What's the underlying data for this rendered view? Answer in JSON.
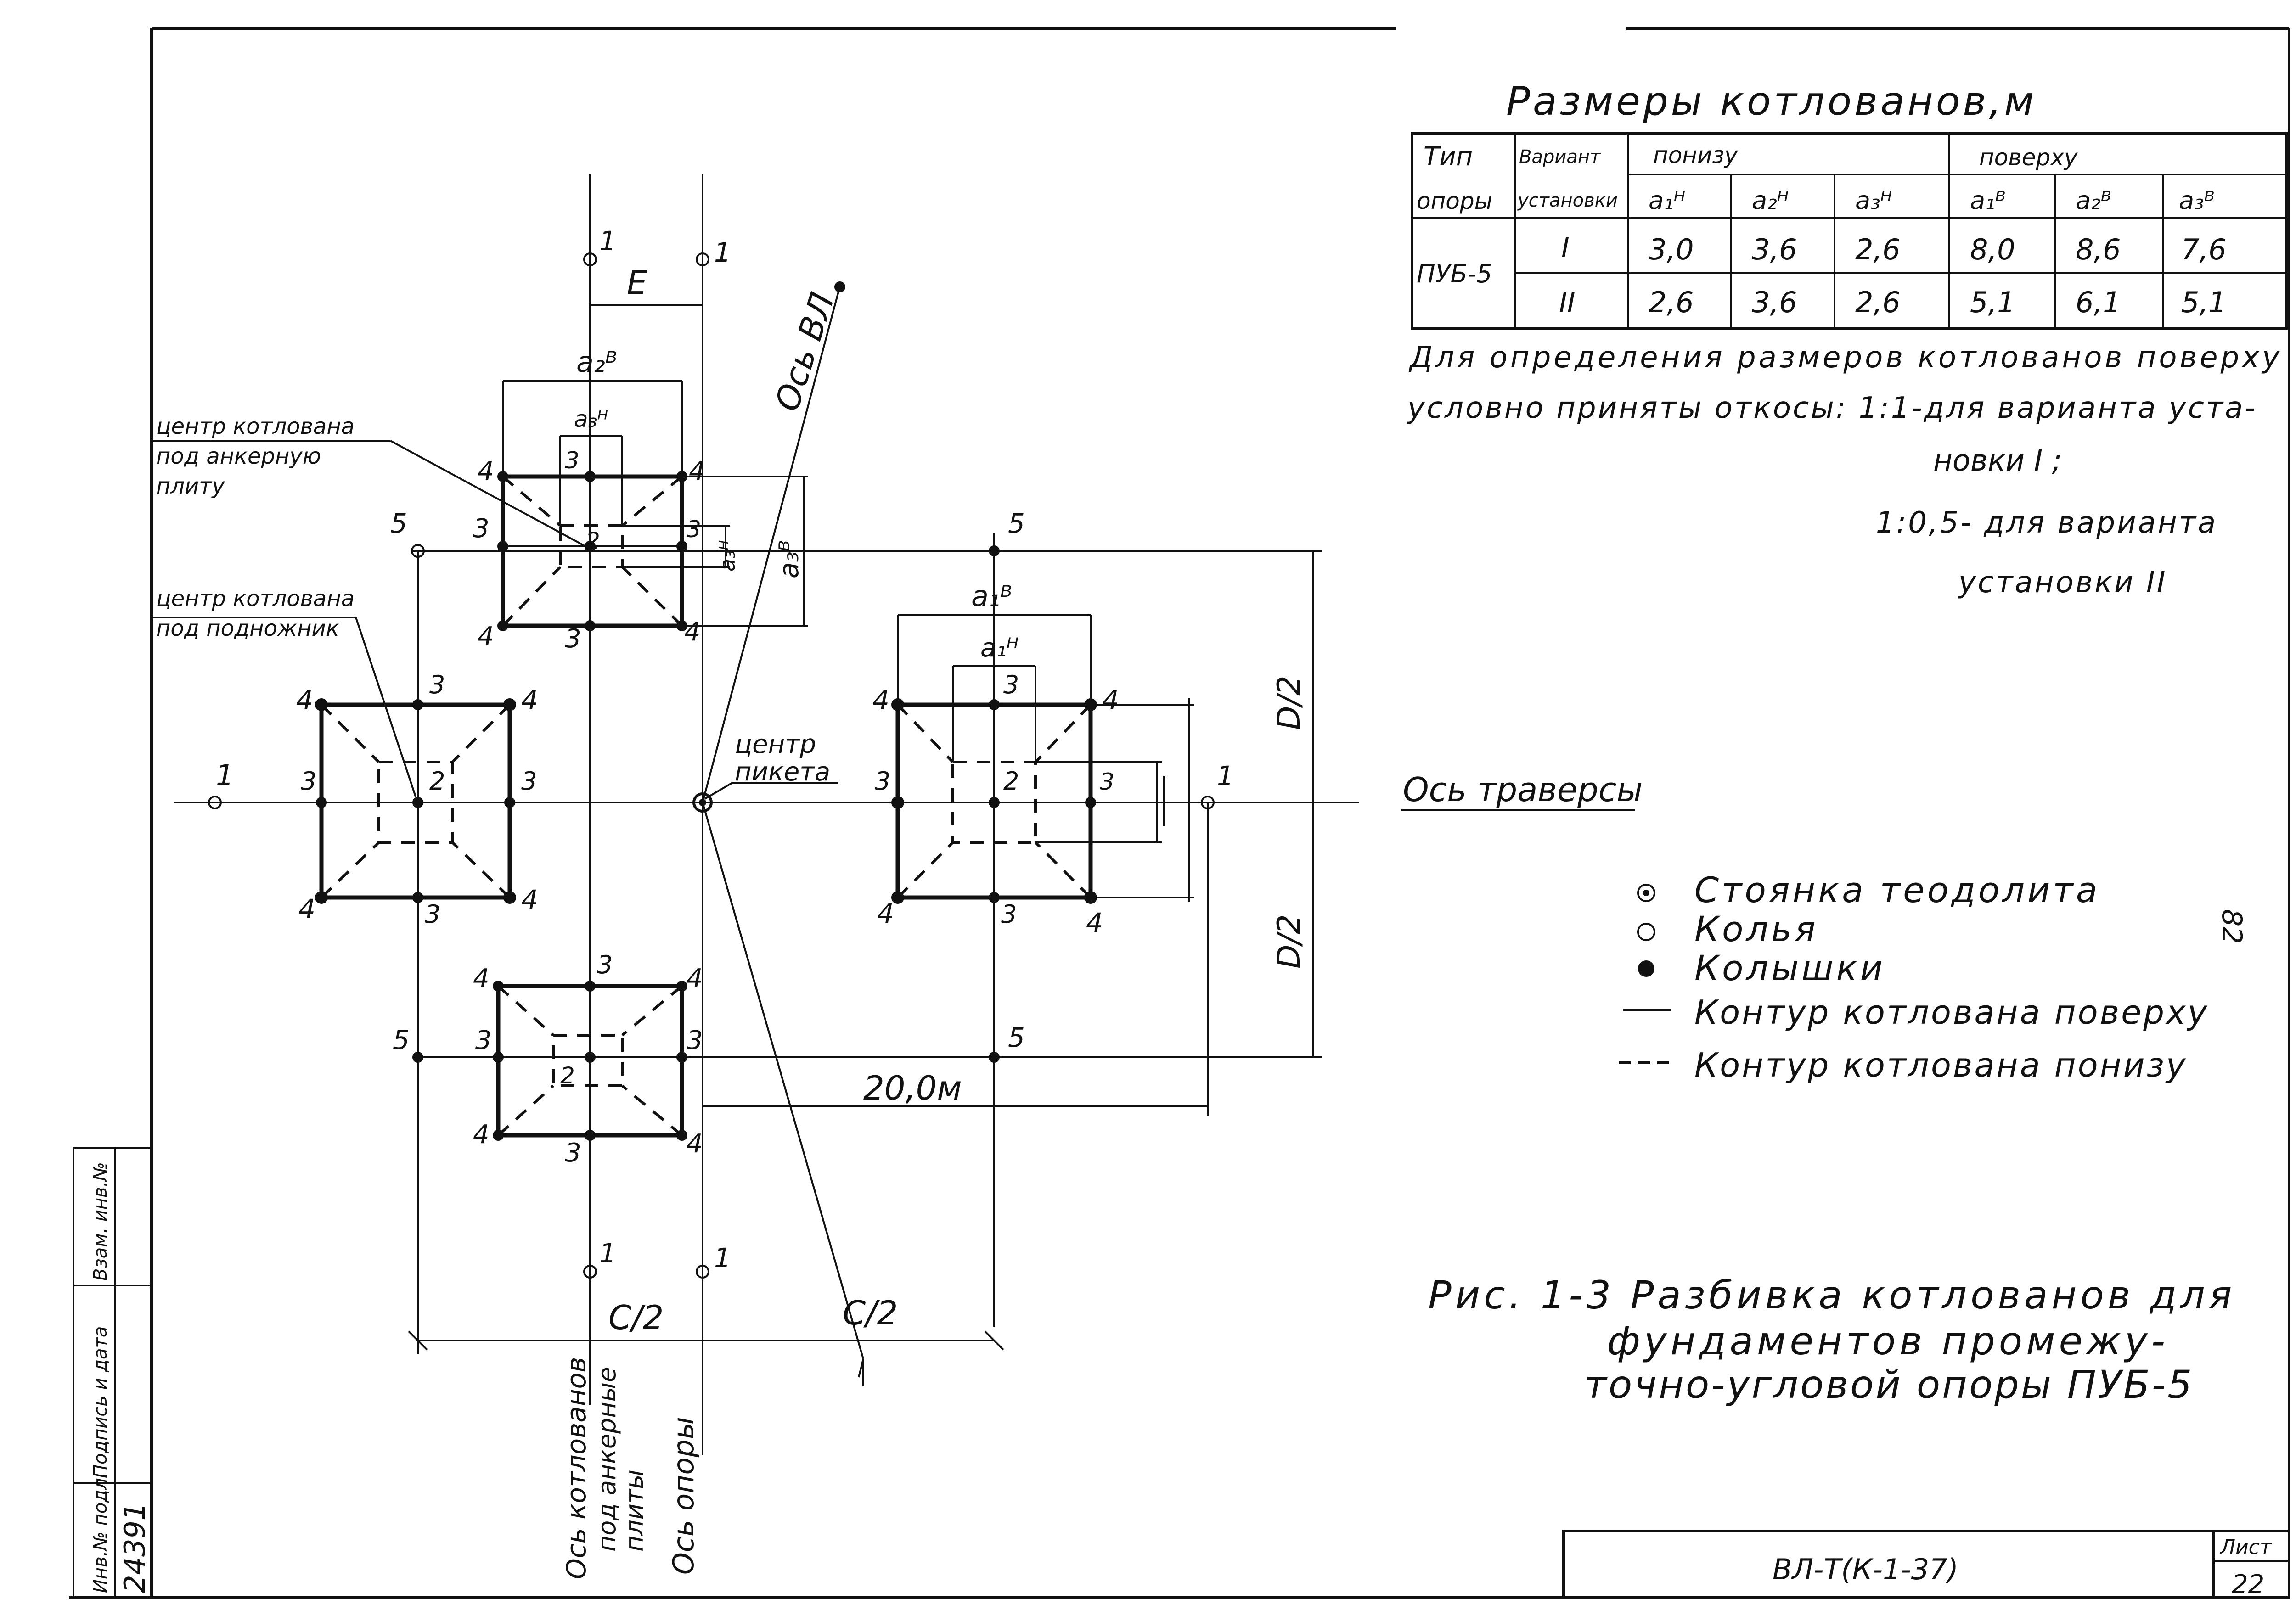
{
  "table": {
    "title": "Размеры котлованов,м",
    "col_type": [
      "Тип",
      "опоры"
    ],
    "col_variant": [
      "Вариант",
      "установки"
    ],
    "group_bottom": "понизу",
    "group_top": "поверху",
    "sub_headers": [
      "a₁ᴴ",
      "a₂ᴴ",
      "a₃ᴴ",
      "a₁ᴮ",
      "a₂ᴮ",
      "a₃ᴮ"
    ],
    "support_type": "ПУБ-5",
    "rows": [
      {
        "variant": "I",
        "values": [
          "3,0",
          "3,6",
          "2,6",
          "8,0",
          "8,6",
          "7,6"
        ]
      },
      {
        "variant": "II",
        "values": [
          "2,6",
          "3,6",
          "2,6",
          "5,1",
          "6,1",
          "5,1"
        ]
      }
    ]
  },
  "notes": {
    "line1": "Для определения размеров котлованов поверху",
    "line2": "условно приняты откосы: 1:1-для варианта уста-",
    "line3": "новки I ;",
    "line4": "1:0,5- для варианта",
    "line5": "установки II"
  },
  "legend": {
    "title": "Ось траверсы",
    "items": [
      {
        "symbol": "theodolite",
        "label": "Стоянка теодолита"
      },
      {
        "symbol": "open-circle",
        "label": "Колья"
      },
      {
        "symbol": "filled-dot",
        "label": "Колышки"
      },
      {
        "symbol": "solid-line",
        "label": "Контур котлована поверху"
      },
      {
        "symbol": "dashed-line",
        "label": "Контур котлована понизу"
      }
    ]
  },
  "drawing_labels": {
    "axis_vl": "Ось ВЛ",
    "dim_E": "E",
    "a2B": "a₂ᴮ",
    "a3H": "a₃ᴴ",
    "a3H_right": "a₃ᴴ",
    "a3B": "a₃ᴮ",
    "a1B": "a₁ᴮ",
    "a1H": "a₁ᴴ",
    "d_half": "D/2",
    "dist": "20,0м",
    "c_half": "C/2",
    "center_anchor": [
      "центр котлована",
      "под анкерную",
      "плиту"
    ],
    "center_footing": [
      "центр котлована",
      "под подножник"
    ],
    "center_picket": [
      "центр",
      "пикета"
    ],
    "axis_pits": [
      "Ось котлованов",
      "под анкерные",
      "плиты"
    ],
    "axis_support": "Ось опоры",
    "n1": "1",
    "n2": "2",
    "n3": "3",
    "n4": "4",
    "n5": "5"
  },
  "caption": {
    "line1": "Рис. 1-3 Разбивка котлованов для",
    "line2": "фундаментов промежу-",
    "line3": "точно-угловой опоры ПУБ-5"
  },
  "side_number": "82",
  "stamp": {
    "inv": "Инв.№ подл.",
    "sign": "Подпись и дата",
    "inv2": "Взам. инв.№",
    "number": "24391"
  },
  "title_block": {
    "code": "ВЛ-Т(К-1-37)",
    "sheet_label": "Лист",
    "sheet": "22"
  }
}
